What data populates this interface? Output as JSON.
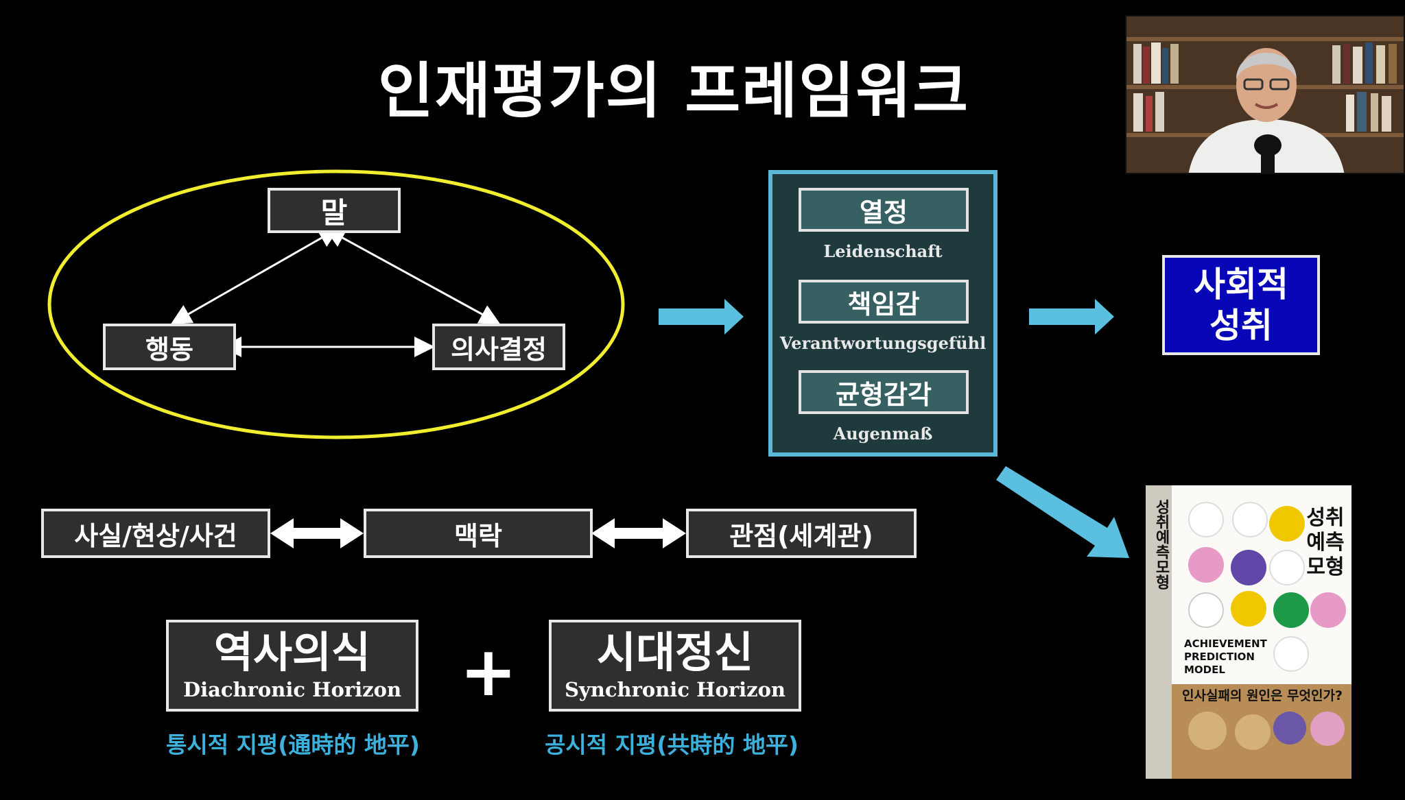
{
  "title": "인재평가의 프레임워크",
  "triangle": {
    "top": "말",
    "left": "행동",
    "right": "의사결정"
  },
  "virtues": [
    {
      "kr": "열정",
      "de": "Leidenschaft"
    },
    {
      "kr": "책임감",
      "de": "Verantwortungsgefühl"
    },
    {
      "kr": "균형감각",
      "de": "Augenmaß"
    }
  ],
  "result": {
    "line1": "사회적",
    "line2": "성취"
  },
  "chain": {
    "left": "사실/현상/사건",
    "middle": "맥락",
    "right": "관점(세계관)"
  },
  "horizons": {
    "left": {
      "kr": "역사의식",
      "en": "Diachronic Horizon",
      "caption": "통시적 지평(通時的 地平)"
    },
    "plus": "+",
    "right": {
      "kr": "시대정신",
      "en": "Synchronic Horizon",
      "caption": "공시적 지평(共時的 地平)"
    }
  },
  "book": {
    "title_lines": [
      "성취",
      "예측",
      "모형"
    ],
    "spine": "성취예측모형",
    "model_en": [
      "ACHIEVEMENT",
      "PREDICTION",
      "MODEL"
    ],
    "question": "인사실패의 원인은 무엇인가?"
  },
  "colors": {
    "ellipse": "#f0ee2e",
    "arrow": "#5bbfdf",
    "panel_border": "#5bb8d6",
    "result_box": "#0707b8",
    "caption": "#3db0dc"
  }
}
